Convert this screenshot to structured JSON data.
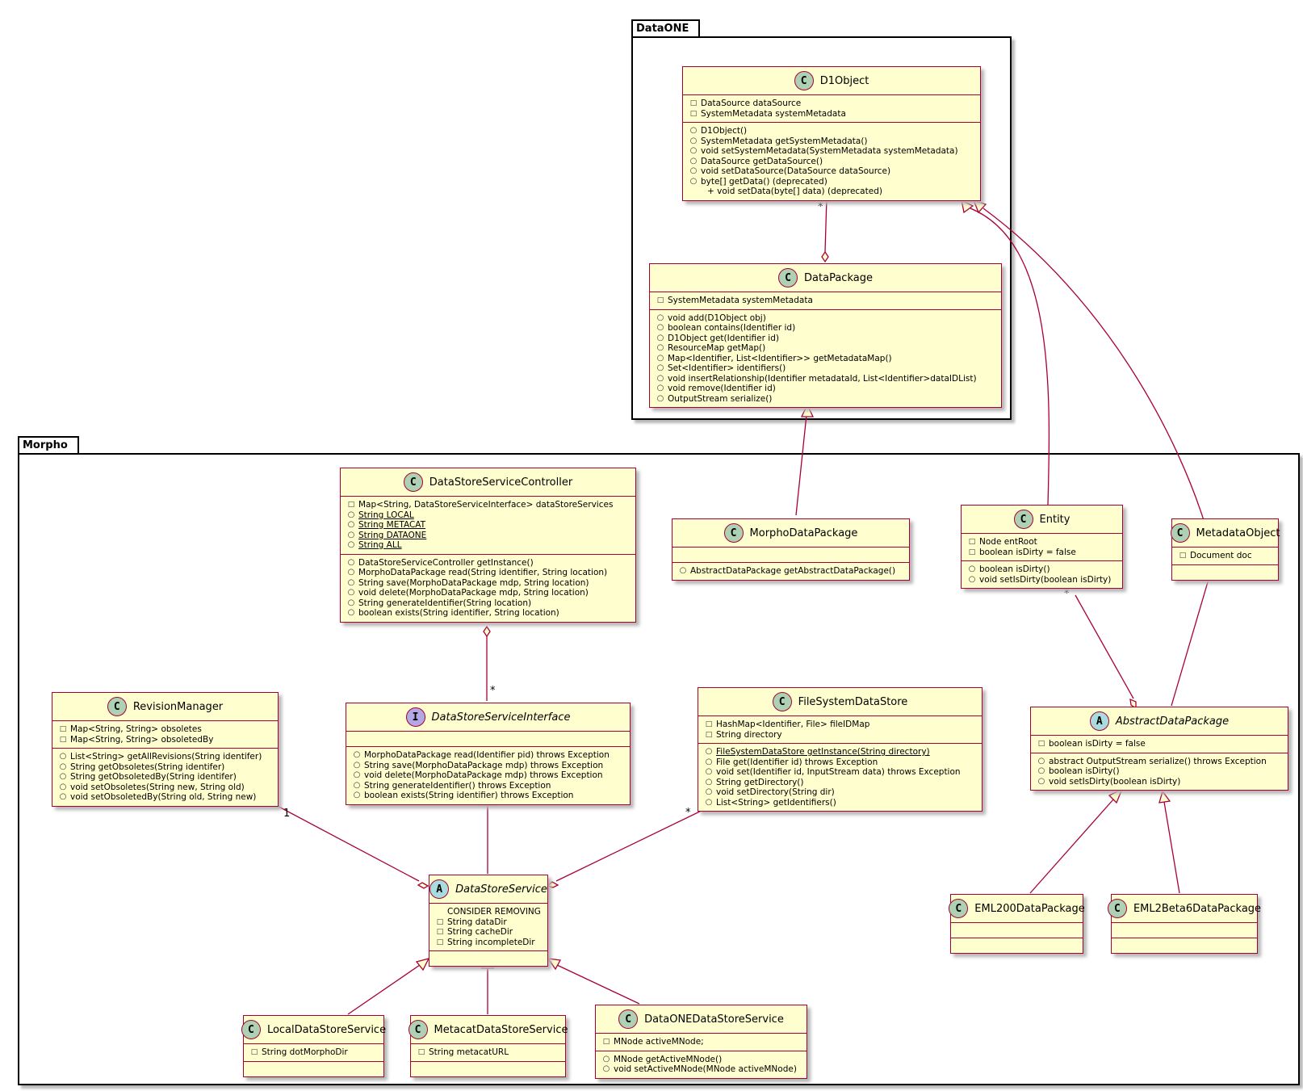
{
  "packages": {
    "dataone": "DataONE",
    "morpho": "Morpho"
  },
  "classes": {
    "d1object": {
      "type": "C",
      "name": "D1Object",
      "fields": [
        {
          "v": "-",
          "t": "DataSource dataSource"
        },
        {
          "v": "-",
          "t": "SystemMetadata systemMetadata"
        }
      ],
      "methods": [
        {
          "v": "+",
          "t": "D1Object()"
        },
        {
          "v": "+",
          "t": "SystemMetadata getSystemMetadata()"
        },
        {
          "v": "+",
          "t": "void setSystemMetadata(SystemMetadata systemMetadata)"
        },
        {
          "v": "+",
          "t": "DataSource getDataSource()"
        },
        {
          "v": "+",
          "t": "void setDataSource(DataSource dataSource)"
        },
        {
          "v": "+",
          "t": "byte[] getData() (deprecated)"
        },
        {
          "v": "",
          "t": "+ void setData(byte[] data) (deprecated)",
          "ind": true
        }
      ]
    },
    "datapackage": {
      "type": "C",
      "name": "DataPackage",
      "fields": [
        {
          "v": "-",
          "t": "SystemMetadata systemMetadata"
        }
      ],
      "methods": [
        {
          "v": "+",
          "t": "void add(D1Object obj)"
        },
        {
          "v": "+",
          "t": "boolean contains(Identifier id)"
        },
        {
          "v": "+",
          "t": "D1Object get(Identifier id)"
        },
        {
          "v": "+",
          "t": "ResourceMap getMap()"
        },
        {
          "v": "+",
          "t": "Map<Identifier, List<Identifier>> getMetadataMap()"
        },
        {
          "v": "+",
          "t": "Set<Identifier> identifiers()"
        },
        {
          "v": "+",
          "t": "void insertRelationship(Identifier metadataId, List<Identifier>dataIDList)"
        },
        {
          "v": "+",
          "t": "void remove(Identifier id)"
        },
        {
          "v": "+",
          "t": "OutputStream serialize()"
        }
      ]
    },
    "controller": {
      "type": "C",
      "name": "DataStoreServiceController",
      "fields": [
        {
          "v": "-",
          "t": "Map<String, DataStoreServiceInterface> dataStoreServices"
        },
        {
          "v": "+",
          "t": "String LOCAL",
          "u": true
        },
        {
          "v": "+",
          "t": "String METACAT",
          "u": true
        },
        {
          "v": "+",
          "t": "String DATAONE",
          "u": true
        },
        {
          "v": "+",
          "t": "String ALL",
          "u": true
        }
      ],
      "methods": [
        {
          "v": "+",
          "t": "DataStoreServiceController getInstance()"
        },
        {
          "v": "+",
          "t": "MorphoDataPackage read(String identifier, String location)"
        },
        {
          "v": "+",
          "t": "String save(MorphoDataPackage mdp, String location)"
        },
        {
          "v": "+",
          "t": "void delete(MorphoDataPackage mdp, String location)"
        },
        {
          "v": "+",
          "t": "String generateIdentifier(String location)"
        },
        {
          "v": "+",
          "t": "boolean exists(String identifier, String location)"
        }
      ]
    },
    "morphodatapackage": {
      "type": "C",
      "name": "MorphoDataPackage",
      "fields": [],
      "methods": [
        {
          "v": "+",
          "t": "AbstractDataPackage getAbstractDataPackage()"
        }
      ]
    },
    "entity": {
      "type": "C",
      "name": "Entity",
      "fields": [
        {
          "v": "-",
          "t": "Node entRoot"
        },
        {
          "v": "-",
          "t": "boolean isDirty = false"
        }
      ],
      "methods": [
        {
          "v": "+",
          "t": "boolean isDirty()"
        },
        {
          "v": "+",
          "t": "void setIsDirty(boolean isDirty)"
        }
      ]
    },
    "metadataobject": {
      "type": "C",
      "name": "MetadataObject",
      "fields": [
        {
          "v": "-",
          "t": "Document doc"
        }
      ],
      "methods": []
    },
    "revisionmanager": {
      "type": "C",
      "name": "RevisionManager",
      "fields": [
        {
          "v": "-",
          "t": "Map<String, String> obsoletes"
        },
        {
          "v": "-",
          "t": "Map<String, String> obsoletedBy"
        }
      ],
      "methods": [
        {
          "v": "+",
          "t": "List<String> getAllRevisions(String identifer)"
        },
        {
          "v": "+",
          "t": "String getObsoletes(String identifer)"
        },
        {
          "v": "+",
          "t": "String getObsoletedBy(String identifer)"
        },
        {
          "v": "+",
          "t": "void setObsoletes(String new, String old)"
        },
        {
          "v": "+",
          "t": "void setObsoletedBy(String old, String new)"
        }
      ]
    },
    "dssinterface": {
      "type": "I",
      "name": "DataStoreServiceInterface",
      "fields": [],
      "methods": [
        {
          "v": "+",
          "t": "MorphoDataPackage read(Identifier pid) throws Exception"
        },
        {
          "v": "+",
          "t": "String save(MorphoDataPackage mdp) throws Exception"
        },
        {
          "v": "+",
          "t": "void delete(MorphoDataPackage mdp) throws Exception"
        },
        {
          "v": "+",
          "t": "String generateIdentifier() throws Exception"
        },
        {
          "v": "+",
          "t": "boolean exists(String identifier) throws Exception"
        }
      ]
    },
    "filesystemdatastore": {
      "type": "C",
      "name": "FileSystemDataStore",
      "fields": [
        {
          "v": "-",
          "t": "HashMap<Identifier, File> fileIDMap"
        },
        {
          "v": "-",
          "t": "String directory"
        }
      ],
      "methods": [
        {
          "v": "+",
          "t": "FileSystemDataStore getInstance(String directory)",
          "u": true
        },
        {
          "v": "+",
          "t": "File get(Identifier id) throws Exception"
        },
        {
          "v": "+",
          "t": "void set(Identifier id, InputStream data) throws Exception"
        },
        {
          "v": "+",
          "t": "String getDirectory()"
        },
        {
          "v": "+",
          "t": "void setDirectory(String dir)"
        },
        {
          "v": "+",
          "t": "List<String> getIdentifiers()"
        }
      ]
    },
    "abstractdatapackage": {
      "type": "A",
      "name": "AbstractDataPackage",
      "fields": [
        {
          "v": "-",
          "t": "boolean isDirty = false"
        }
      ],
      "methods": [
        {
          "v": "+",
          "t": "abstract OutputStream serialize() throws Exception"
        },
        {
          "v": "+",
          "t": "boolean isDirty()"
        },
        {
          "v": "+",
          "t": "void setIsDirty(boolean isDirty)"
        }
      ]
    },
    "datastoreservice": {
      "type": "A",
      "name": "DataStoreService",
      "fields": [
        {
          "v": "",
          "t": "CONSIDER REMOVING",
          "plain": true
        },
        {
          "v": "-",
          "t": "String dataDir"
        },
        {
          "v": "-",
          "t": "String cacheDir"
        },
        {
          "v": "-",
          "t": "String incompleteDir"
        }
      ],
      "methods": []
    },
    "eml200": {
      "type": "C",
      "name": "EML200DataPackage",
      "fields": [],
      "methods": []
    },
    "eml2beta6": {
      "type": "C",
      "name": "EML2Beta6DataPackage",
      "fields": [],
      "methods": []
    },
    "localdss": {
      "type": "C",
      "name": "LocalDataStoreService",
      "fields": [
        {
          "v": "-",
          "t": "String dotMorphoDir"
        }
      ],
      "methods": []
    },
    "metacatdss": {
      "type": "C",
      "name": "MetacatDataStoreService",
      "fields": [
        {
          "v": "-",
          "t": "String metacatURL"
        }
      ],
      "methods": []
    },
    "dataonedss": {
      "type": "C",
      "name": "DataONEDataStoreService",
      "fields": [
        {
          "v": "-",
          "t": "MNode activeMNode;"
        }
      ],
      "methods": [
        {
          "v": "+",
          "t": "MNode getActiveMNode()"
        },
        {
          "v": "+",
          "t": "void setActiveMNode(MNode activeMNode)"
        }
      ]
    }
  },
  "multiplicities": {
    "d1object_datapackage": "*",
    "controller_interface": "*",
    "entity_abstract": "*",
    "revision_dss": "1",
    "filesystem_dss": "*"
  },
  "colors": {
    "class_fill": "#fefece",
    "class_border": "#a80036",
    "badge_class": "#add1b2",
    "badge_interface": "#b4a7e5",
    "badge_abstract": "#a9dcdf"
  }
}
